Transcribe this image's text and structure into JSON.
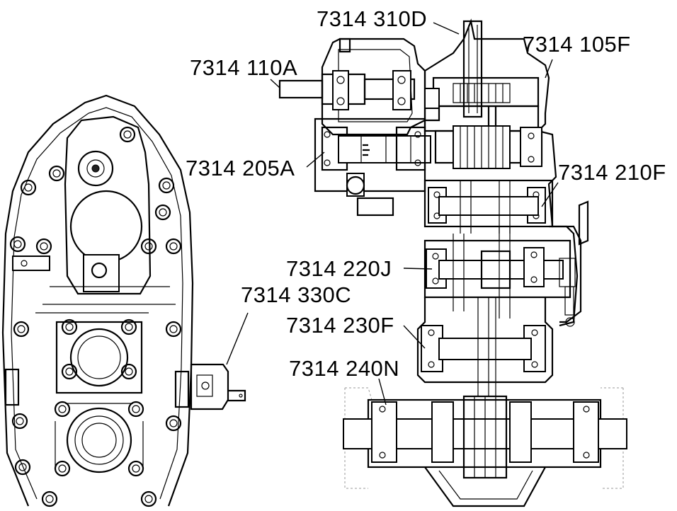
{
  "callouts": {
    "c310d": "7314 310D",
    "c105f": "7314 105F",
    "c110a": "7314 110A",
    "c205a": "7314 205A",
    "c210f": "7314 210F",
    "c220j": "7314 220J",
    "c330c": "7314 330C",
    "c230f": "7314 230F",
    "c240n": "7314 240N"
  }
}
